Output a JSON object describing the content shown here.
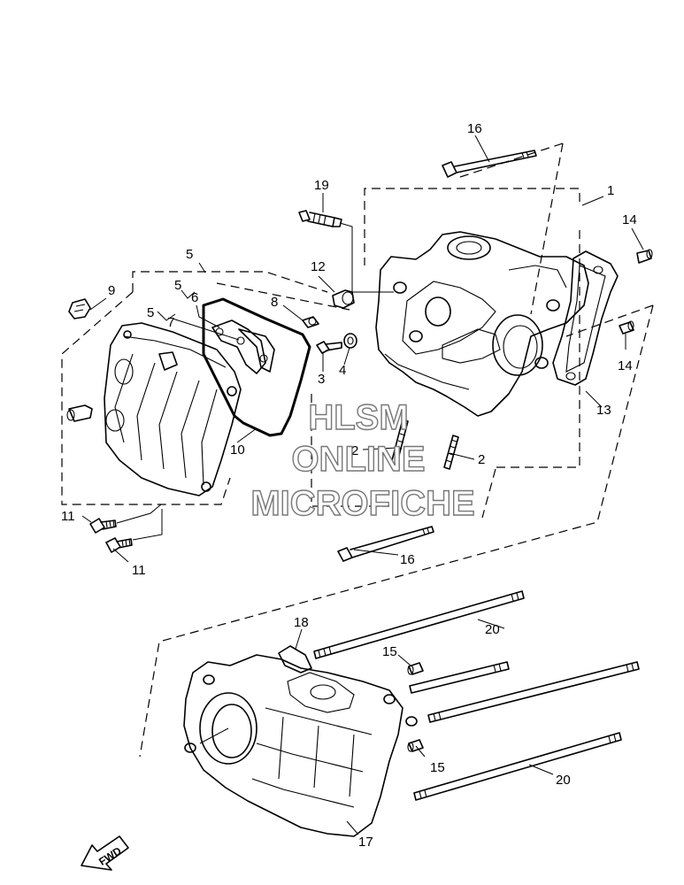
{
  "callouts": [
    {
      "id": "c16a",
      "text": "16"
    },
    {
      "id": "c1",
      "text": "1"
    },
    {
      "id": "c19",
      "text": "19"
    },
    {
      "id": "c14a",
      "text": "14"
    },
    {
      "id": "c5a",
      "text": "5"
    },
    {
      "id": "c12",
      "text": "12"
    },
    {
      "id": "c9",
      "text": "9"
    },
    {
      "id": "c5b",
      "text": "5"
    },
    {
      "id": "c6",
      "text": "6"
    },
    {
      "id": "c8",
      "text": "8"
    },
    {
      "id": "c5c",
      "text": "5"
    },
    {
      "id": "c7",
      "text": "7"
    },
    {
      "id": "c14b",
      "text": "14"
    },
    {
      "id": "c3",
      "text": "3"
    },
    {
      "id": "c4",
      "text": "4"
    },
    {
      "id": "c13",
      "text": "13"
    },
    {
      "id": "c2a",
      "text": "2"
    },
    {
      "id": "c2b",
      "text": "2"
    },
    {
      "id": "c10",
      "text": "10"
    },
    {
      "id": "c11a",
      "text": "11"
    },
    {
      "id": "c11b",
      "text": "11"
    },
    {
      "id": "c16b",
      "text": "16"
    },
    {
      "id": "c18",
      "text": "18"
    },
    {
      "id": "c20a",
      "text": "20"
    },
    {
      "id": "c15a",
      "text": "15"
    },
    {
      "id": "c15b",
      "text": "15"
    },
    {
      "id": "c20b",
      "text": "20"
    },
    {
      "id": "c17",
      "text": "17"
    }
  ],
  "watermark": {
    "line1": "HLSM",
    "line2": "ONLINE",
    "line3": "MICROFICHE"
  },
  "fwd_badge": "FWD"
}
